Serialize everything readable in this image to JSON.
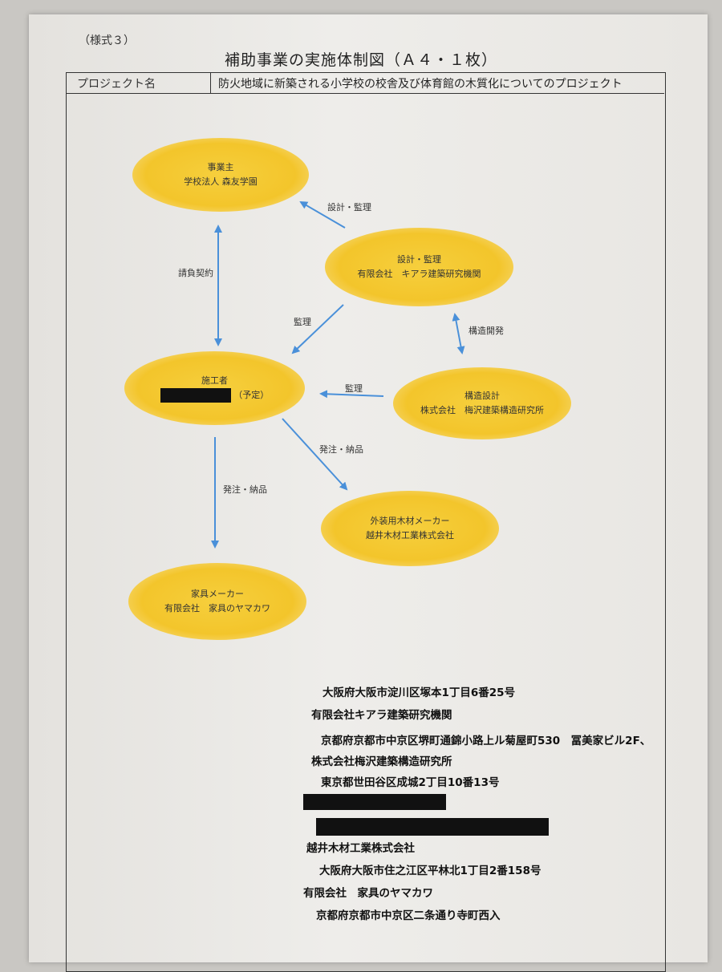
{
  "form_label": "（様式３）",
  "title": "補助事業の実施体制図（Ａ４・１枚）",
  "project_row": {
    "label": "プロジェクト名",
    "value": "防火地域に新築される小学校の校舎及び体育館の木質化についてのプロジェクト"
  },
  "nodes": {
    "owner": {
      "role": "事業主",
      "name": "学校法人 森友学園"
    },
    "designer": {
      "role": "設計・監理",
      "name": "有限会社　キアラ建築研究機関"
    },
    "contractor": {
      "role": "施工者",
      "suffix": "（予定）"
    },
    "structural": {
      "role": "構造設計",
      "name": "株式会社　梅沢建築構造研究所"
    },
    "timber": {
      "role": "外装用木材メーカー",
      "name": "越井木材工業株式会社"
    },
    "furniture": {
      "role": "家具メーカー",
      "name": "有限会社　家具のヤマカワ"
    }
  },
  "edges": {
    "designer_owner": "設計・監理",
    "owner_contractor": "請負契約",
    "designer_contractor": "監理",
    "structural_designer": "構造開発",
    "structural_contractor": "監理",
    "contractor_timber": "発注・納品",
    "contractor_furniture": "発注・納品"
  },
  "addresses": [
    "大阪府大阪市淀川区塚本1丁目6番25号",
    "有限会社キアラ建築研究機関",
    "京都府京都市中京区堺町通錦小路上ル菊屋町530　冨美家ビル2F、",
    "株式会社梅沢建築構造研究所",
    "東京都世田谷区成城2丁目10番13号",
    "越井木材工業株式会社",
    "大阪府大阪市住之江区平林北1丁目2番158号",
    "有限会社　家具のヤマカワ",
    "京都府京都市中京区二条通り寺町西入"
  ],
  "colors": {
    "node_fill": "#f3c52b",
    "arrow": "#4a90d9"
  }
}
